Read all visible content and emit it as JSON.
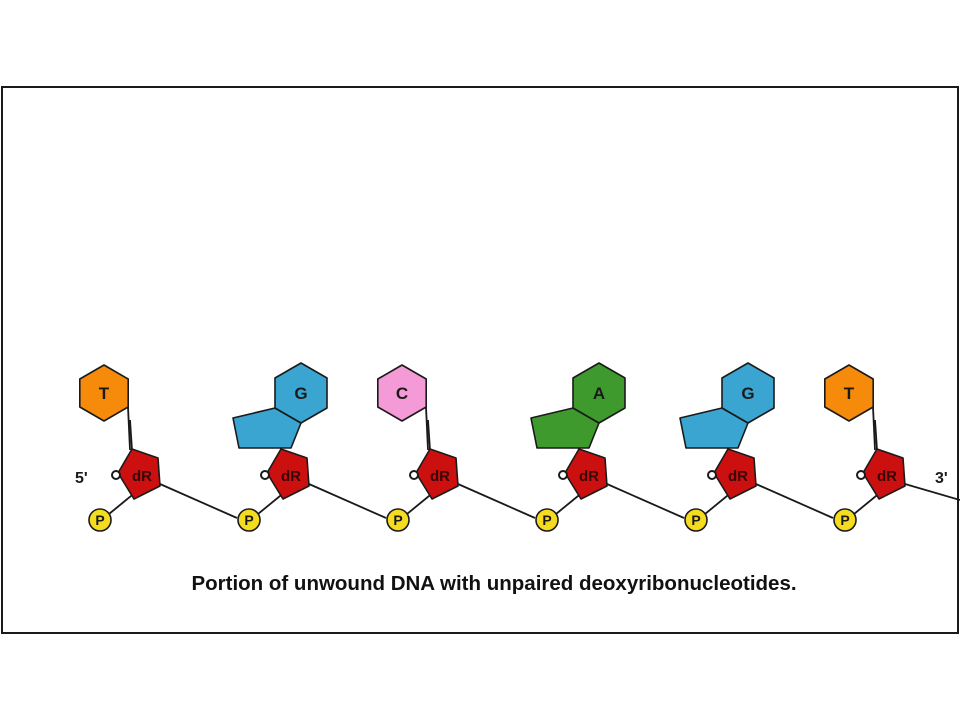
{
  "caption": "Portion of unwound DNA with unpaired deoxyribonucleotides.",
  "end_labels": {
    "five_prime": "5'",
    "three_prime": "3'"
  },
  "sugar_label": "dR",
  "phosphate_label": "P",
  "nucleotides": [
    {
      "base": "T",
      "kind": "pyrimidine",
      "color": "#f58a0b"
    },
    {
      "base": "G",
      "kind": "purine",
      "color": "#3aa5d0"
    },
    {
      "base": "C",
      "kind": "pyrimidine",
      "color": "#f49ad6"
    },
    {
      "base": "A",
      "kind": "purine",
      "color": "#3f9a2e"
    },
    {
      "base": "G",
      "kind": "purine",
      "color": "#3aa5d0"
    },
    {
      "base": "T",
      "kind": "pyrimidine",
      "color": "#f58a0b"
    }
  ],
  "colors": {
    "sugar": "#cc1010",
    "phosphate": "#f5dc1e"
  }
}
